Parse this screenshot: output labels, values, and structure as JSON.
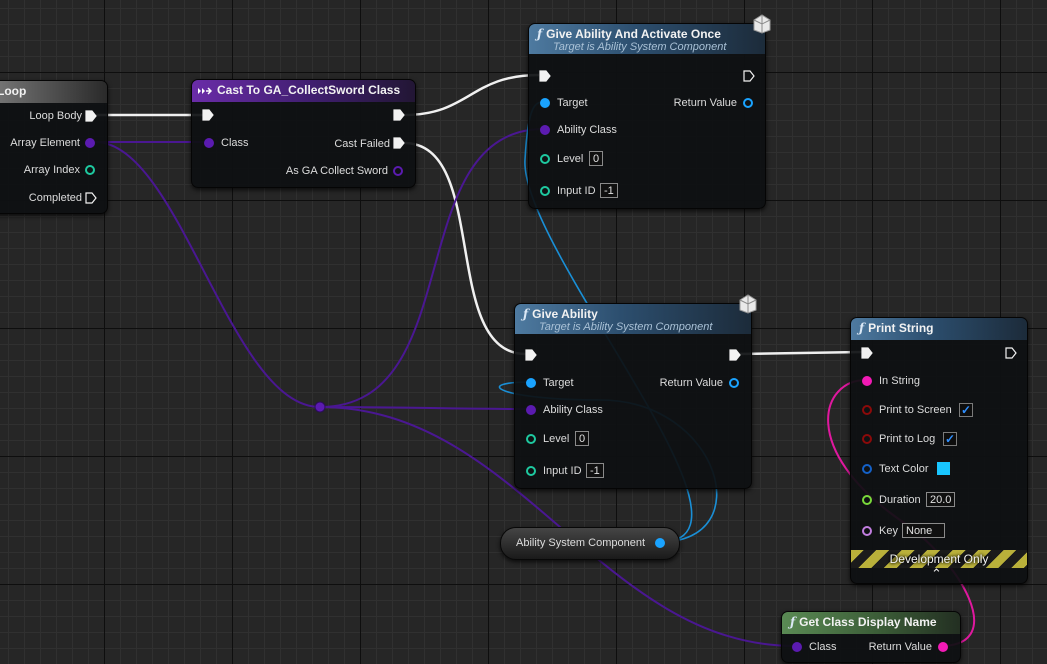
{
  "nodes": {
    "loop": {
      "title": "Loop",
      "pins": {
        "loop_body": "Loop Body",
        "array_element": "Array Element",
        "array_index": "Array Index",
        "completed": "Completed"
      }
    },
    "cast": {
      "title": "Cast To GA_CollectSword Class",
      "pins": {
        "class": "Class",
        "cast_failed": "Cast Failed",
        "as_ga": "As GA Collect Sword"
      }
    },
    "give_activate": {
      "title": "Give Ability And Activate Once",
      "subtitle": "Target is Ability System Component",
      "pins": {
        "target": "Target",
        "ability_class": "Ability Class",
        "level": "Level",
        "input_id": "Input ID",
        "return_value": "Return Value"
      },
      "defaults": {
        "level": "0",
        "input_id": "-1"
      }
    },
    "give": {
      "title": "Give Ability",
      "subtitle": "Target is Ability System Component",
      "pins": {
        "target": "Target",
        "ability_class": "Ability Class",
        "level": "Level",
        "input_id": "Input ID",
        "return_value": "Return Value"
      },
      "defaults": {
        "level": "0",
        "input_id": "-1"
      }
    },
    "print": {
      "title": "Print String",
      "pins": {
        "in_string": "In String",
        "print_to_screen": "Print to Screen",
        "print_to_log": "Print to Log",
        "text_color": "Text Color",
        "duration": "Duration",
        "key": "Key"
      },
      "defaults": {
        "print_to_screen": true,
        "print_to_log": true,
        "text_color": "#19c6ff",
        "duration": "20.0",
        "key": "None"
      },
      "footer": "Development Only",
      "expand_glyph": "⌃"
    },
    "asc": {
      "label": "Ability System Component"
    },
    "class_display": {
      "title": "Get Class Display Name",
      "pins": {
        "class": "Class",
        "return_value": "Return Value"
      }
    }
  },
  "icons": {
    "function": "ƒ",
    "checkmark": "✓",
    "cast_icon": "cast-arrow-icon",
    "latent": "latent-clock-icon"
  },
  "colors": {
    "exec": "#ffffff",
    "class_pin": "#5b1bb0",
    "object_pin": "#1aa3ff",
    "int_pin": "#1ec9a0",
    "string_pin": "#f21ab5",
    "bool_pin": "#8c0a0a",
    "struct_pin": "#1461c8",
    "float_pin": "#7ad93b",
    "name_pin": "#c27ee0"
  }
}
